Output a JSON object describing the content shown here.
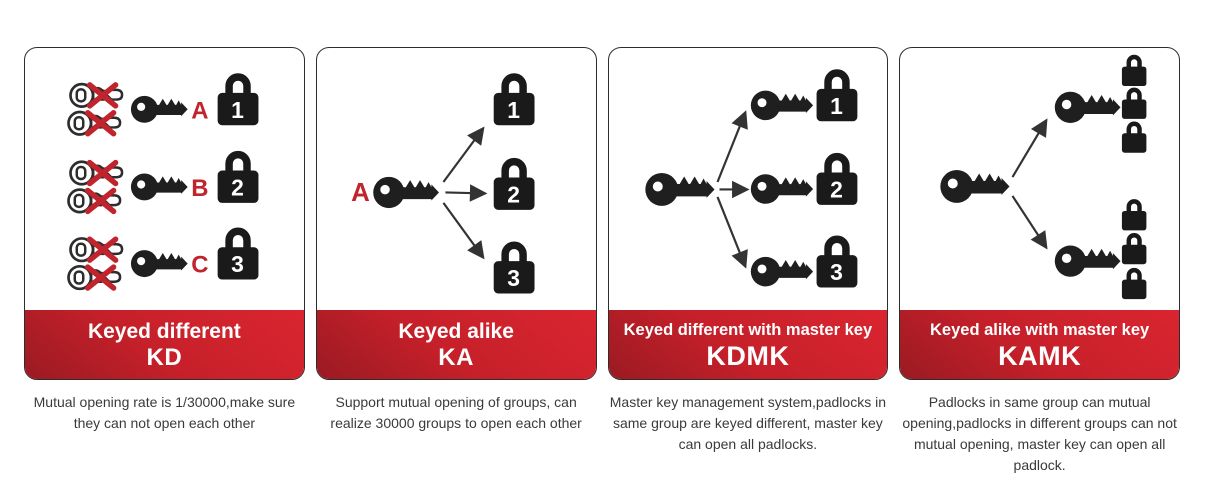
{
  "colors": {
    "accent_red": "#c1242d",
    "banner_gradient_dark": "#9a1a22",
    "banner_gradient_bright": "#da2530",
    "icon_black": "#1a1a1a",
    "body_text": "#3a3a3a"
  },
  "panels": [
    {
      "title": "Keyed different",
      "acronym": "KD",
      "description": "Mutual opening rate is 1/30000,make sure they can not open each other",
      "rows": [
        {
          "letter": "A",
          "lock": "1"
        },
        {
          "letter": "B",
          "lock": "2"
        },
        {
          "letter": "C",
          "lock": "3"
        }
      ]
    },
    {
      "title": "Keyed alike",
      "acronym": "KA",
      "description": "Support mutual opening of groups, can realize 30000 groups to open each other",
      "key_letter": "A",
      "locks": [
        "1",
        "2",
        "3"
      ]
    },
    {
      "title": "Keyed different with master key",
      "acronym": "KDMK",
      "description": "Master key management system,padlocks in same group are keyed different, master key can open all padlocks.",
      "locks": [
        "1",
        "2",
        "3"
      ]
    },
    {
      "title": "Keyed alike with master key",
      "acronym": "KAMK",
      "description": "Padlocks in same group can mutual opening,padlocks in different groups can not mutual opening, master key can open all padlock."
    }
  ]
}
